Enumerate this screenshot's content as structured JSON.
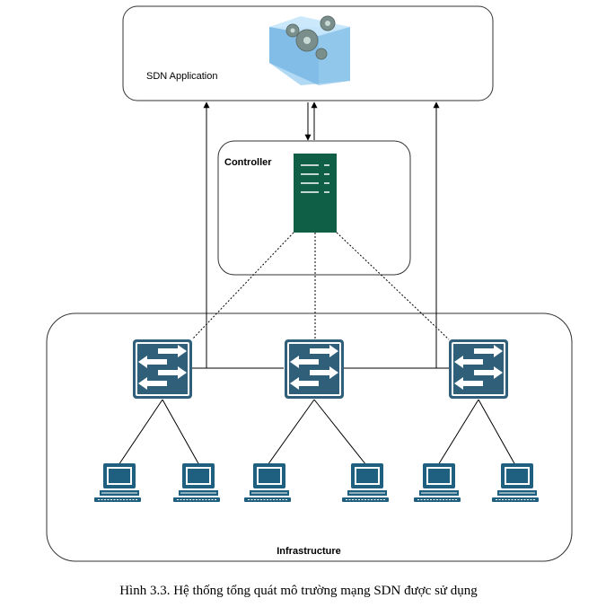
{
  "application": {
    "label": "SDN Application",
    "icon": "gears-cube-icon"
  },
  "controller": {
    "label": "Controller",
    "icon": "server-rack-icon"
  },
  "infrastructure": {
    "label": "Infrastructure"
  },
  "switches": [
    {
      "icon": "network-switch-icon"
    },
    {
      "icon": "network-switch-icon"
    },
    {
      "icon": "network-switch-icon"
    }
  ],
  "hosts": [
    {
      "icon": "desktop-computer-icon"
    },
    {
      "icon": "desktop-computer-icon"
    },
    {
      "icon": "desktop-computer-icon"
    },
    {
      "icon": "desktop-computer-icon"
    },
    {
      "icon": "desktop-computer-icon"
    },
    {
      "icon": "desktop-computer-icon"
    }
  ],
  "caption": "Hình 3.3. Hệ thống tổng quát mô trường mạng SDN được sử dụng",
  "colors": {
    "switch": "#2f5f79",
    "server": "#0f5f47",
    "computer": "#1f5f7f",
    "border": "#333333"
  }
}
